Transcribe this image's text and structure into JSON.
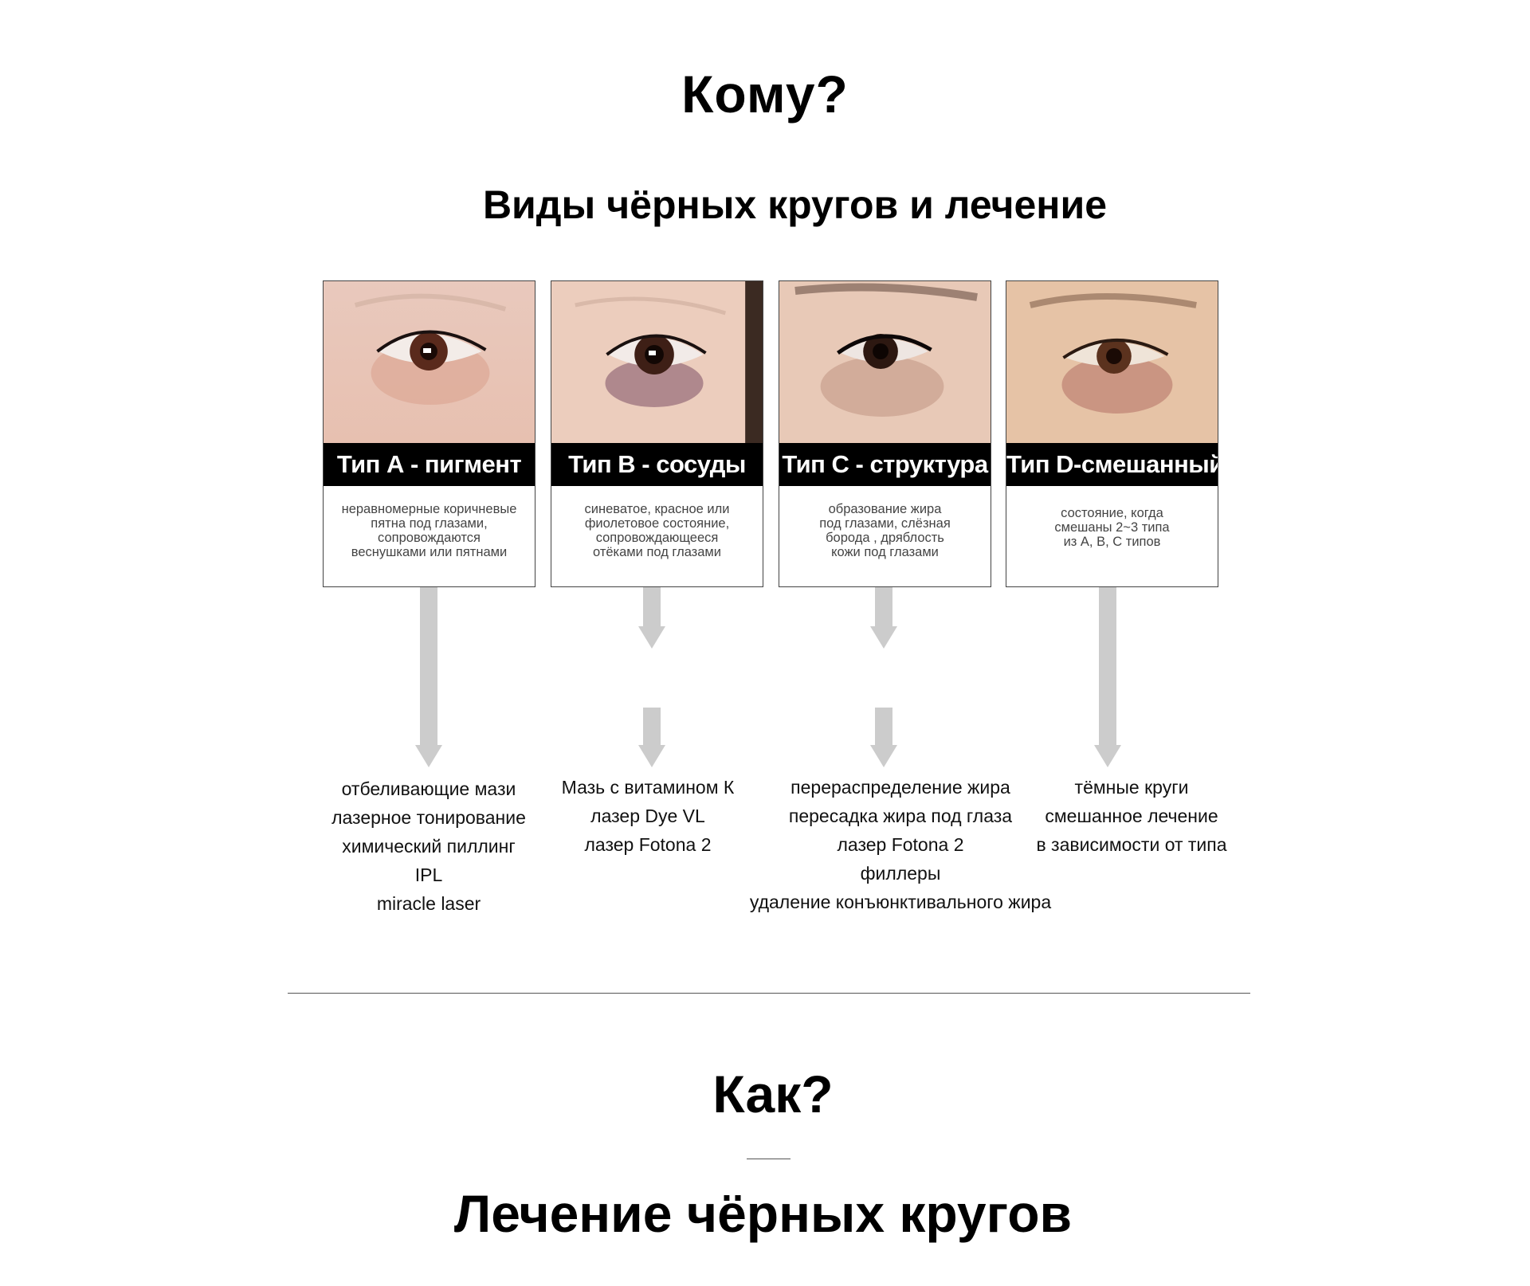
{
  "headings": {
    "who": "Кому?",
    "types": "Виды чёрных кругов и лечение",
    "how": "Как?",
    "treatment": "Лечение чёрных кругов"
  },
  "cards": [
    {
      "label": "Тип А - пигмент",
      "description": "неравномерные коричневые\nпятна под глазами,\nсопровождаются\nвеснушками или пятнами",
      "photo": "eye-photo-pigment"
    },
    {
      "label": "Тип В - сосуды",
      "description": "синеватое, красное или\nфиолетовое состояние,\nсопровождающееся\nотёками под глазами",
      "photo": "eye-photo-vascular"
    },
    {
      "label": "Тип С - структура",
      "description": "образование жира\nпод глазами, слёзная\nборода , дряблость\nкожи под глазами",
      "photo": "eye-photo-structural"
    },
    {
      "label": "Тип D-смешанный",
      "description": "состояние, когда\nсмешаны 2~3 типа\nиз А, В, С типов",
      "photo": "eye-photo-mixed"
    }
  ],
  "treatments": [
    [
      "отбеливающие мази",
      "лазерное тонирование",
      "химический пиллинг",
      "IPL",
      "miracle laser"
    ],
    [
      "Мазь с витамином К",
      "лазер Dye VL",
      "лазер Fotona 2"
    ],
    [
      "перераспределение жира",
      "пересадка жира под глаза",
      "лазер Fotona 2",
      "филлеры",
      "удаление конъюнктивального жира"
    ],
    [
      "тёмные круги",
      "смешанное лечение",
      "в зависимости от типа"
    ]
  ],
  "colors": {
    "label_bg": "#000000",
    "label_text": "#ffffff",
    "arrow": "#cccccc",
    "description_text": "#444444"
  }
}
